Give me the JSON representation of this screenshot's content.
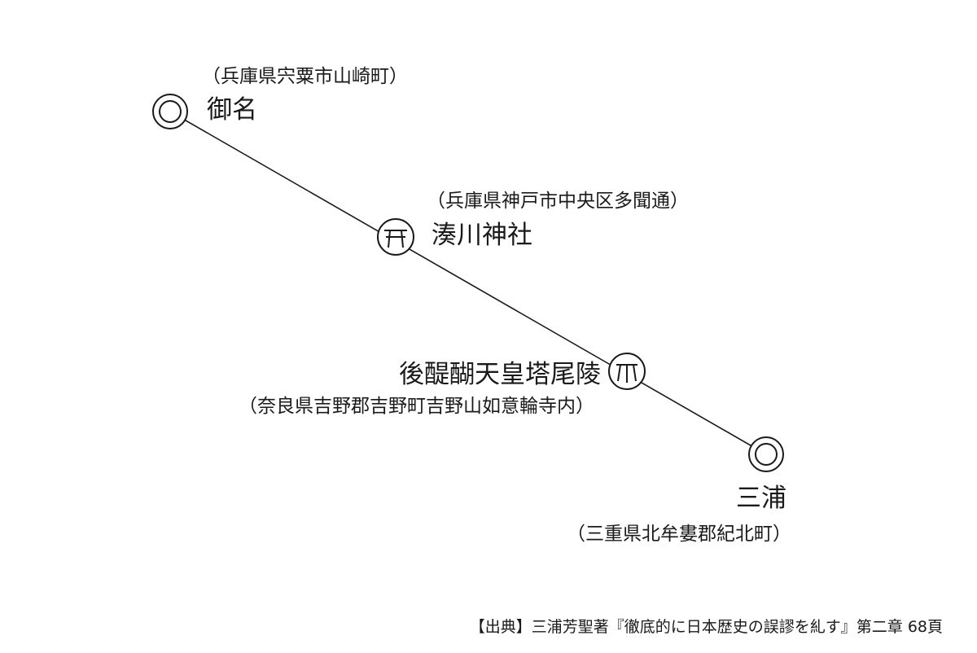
{
  "places": [
    {
      "id": "mina",
      "name": "御名",
      "address": "（兵庫県宍粟市山崎町）",
      "marker": "double-circle-icon"
    },
    {
      "id": "minatogawa",
      "name": "湊川神社",
      "address": "（兵庫県神戸市中央区多聞通）",
      "marker": "shrine-icon"
    },
    {
      "id": "godaigo",
      "name": "後醍醐天皇塔尾陵",
      "address": "（奈良県吉野郡吉野町吉野山如意輪寺内）",
      "marker": "temple-icon"
    },
    {
      "id": "miura",
      "name": "三浦",
      "address": "（三重県北牟婁郡紀北町）",
      "marker": "double-circle-icon"
    }
  ],
  "source": "【出典】三浦芳聖著『徹底的に日本歴史の誤謬を糺す』第二章 68頁"
}
